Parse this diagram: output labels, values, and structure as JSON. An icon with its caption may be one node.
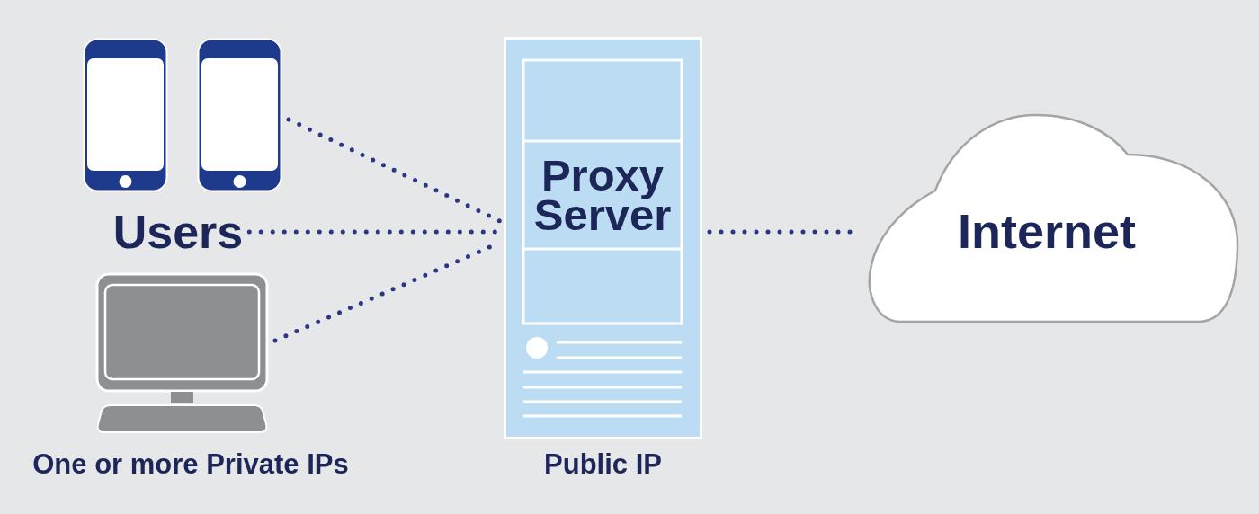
{
  "diagram": {
    "nodes": [
      {
        "text": [],
        "shape": "picture"
      },
      {
        "text": [],
        "shape": "picture"
      },
      {
        "text": [
          "Users"
        ]
      },
      {
        "text": [],
        "shape": "picture"
      },
      {
        "text": [
          "Proxy Server"
        ],
        "beside": [
          "Public IP"
        ]
      },
      {
        "text": [
          "Internet"
        ]
      }
    ],
    "edges": [
      {
        "from": 1,
        "to": 4,
        "arrow": "none",
        "style": "dashed"
      },
      {
        "from": 2,
        "to": 4,
        "arrow": "none",
        "style": "dashed"
      },
      {
        "from": 3,
        "to": 4,
        "arrow": "none",
        "style": "dashed"
      },
      {
        "from": 4,
        "to": 5,
        "arrow": "none",
        "style": "dashed"
      }
    ],
    "labels": [
      "One or more Private IPs"
    ]
  }
}
